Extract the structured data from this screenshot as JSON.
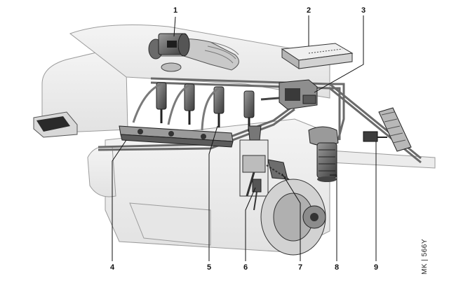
{
  "callouts": [
    "1",
    "2",
    "3",
    "4",
    "5",
    "6",
    "7",
    "8",
    "9"
  ],
  "figure_code": "MK | 566Y"
}
